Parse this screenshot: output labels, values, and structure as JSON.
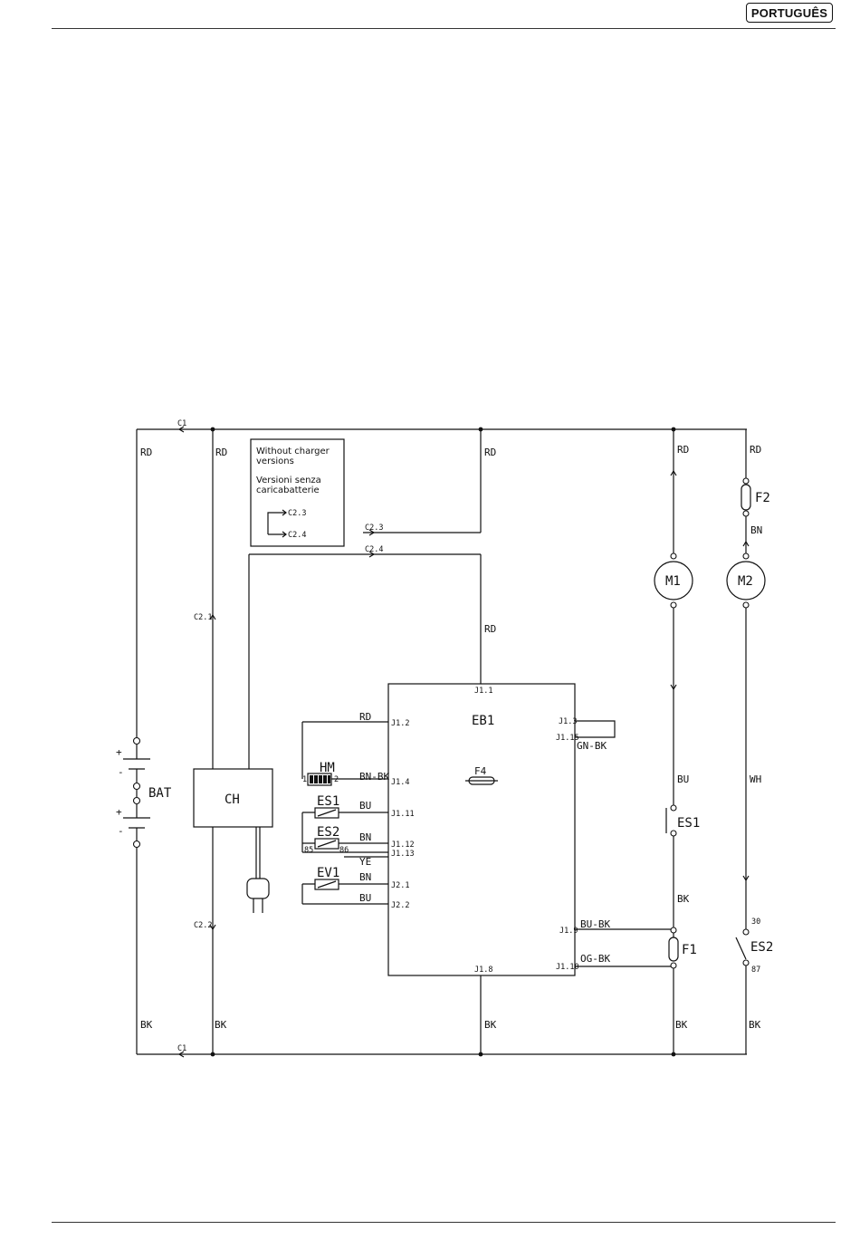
{
  "header": {
    "language_badge": "PORTUGUÊS"
  },
  "legend": {
    "line1": "Without charger",
    "line2": "versions",
    "line3": "Versioni senza",
    "line4": "caricabatterie",
    "arrow_a": "C2.3",
    "arrow_b": "C2.4"
  },
  "connectors": {
    "c1_top": "C1",
    "c1_bottom": "C1",
    "c2_1": "C2.1",
    "c2_2": "C2.2",
    "c2_3": "C2.3",
    "c2_4": "C2.4"
  },
  "wires": {
    "rd_left": "RD",
    "rd_ch": "RD",
    "rd_mid": "RD",
    "rd_m1": "RD",
    "rd_m2": "RD",
    "rd_eb1": "RD",
    "rd_j12": "RD",
    "bk_left": "BK",
    "bk_ch": "BK",
    "bk_eb1": "BK",
    "bk_f1": "BK",
    "bk_m1_low": "BK",
    "bk_es2": "BK",
    "bn_f2": "BN",
    "bu_m1": "BU",
    "wh_m2": "WH",
    "bn_bk": "BN-BK",
    "bu_es1": "BU",
    "bn_es2": "BN",
    "ye": "YE",
    "bn_ev1": "BN",
    "bu_ev1": "BU",
    "gn_bk": "GN-BK",
    "bu_bk": "BU-BK",
    "og_bk": "OG-BK"
  },
  "components": {
    "bat": "BAT",
    "ch": "CH",
    "eb1": "EB1",
    "f4": "F4",
    "hm": "HM",
    "hm_pin1": "1",
    "hm_pin2": "2",
    "es1_coil": "ES1",
    "es2_coil": "ES2",
    "es2_pin85": "85",
    "es2_pin86": "86",
    "ev1": "EV1",
    "m1": "M1",
    "m2": "M2",
    "f1": "F1",
    "f2": "F2",
    "es1_switch": "ES1",
    "es2_switch": "ES2",
    "es2_pin30": "30",
    "es2_pin87": "87",
    "plus_top": "+",
    "minus_top": "-",
    "plus_bottom": "+",
    "minus_bottom": "-"
  },
  "pins": {
    "j1_1": "J1.1",
    "j1_2": "J1.2",
    "j1_4": "J1.4",
    "j1_11": "J1.11",
    "j1_12": "J1.12",
    "j1_13": "J1.13",
    "j2_1": "J2.1",
    "j2_2": "J2.2",
    "j1_3": "J1.3",
    "j1_15": "J1.15",
    "j1_9": "J1.9",
    "j1_10": "J1.10",
    "j1_8": "J1.8"
  }
}
